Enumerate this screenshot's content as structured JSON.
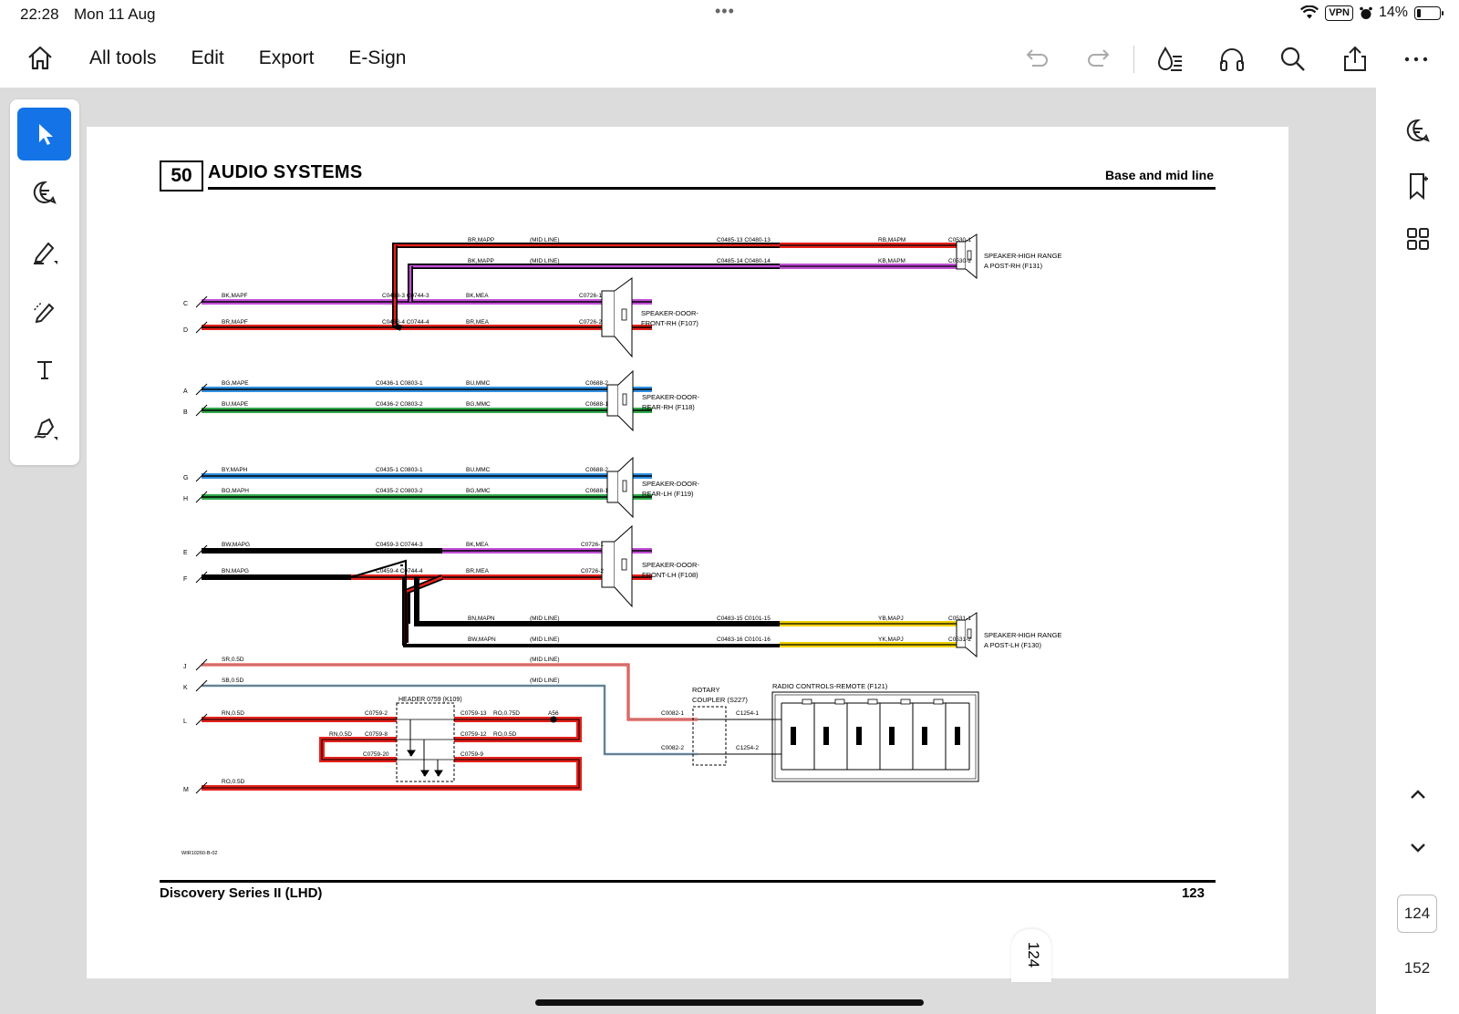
{
  "status": {
    "time": "22:28",
    "date": "Mon 11 Aug",
    "vpn": "VPN",
    "battery": "14%"
  },
  "toolbar": {
    "menu": [
      "All tools",
      "Edit",
      "Export",
      "E-Sign"
    ]
  },
  "page": {
    "section_number": "50",
    "section_title": "AUDIO SYSTEMS",
    "header_right": "Base and mid line",
    "footer_left": "Discovery Series II (LHD)",
    "footer_right": "123",
    "drawing_code": "WIR10260-B-02"
  },
  "nav": {
    "current_page": "124",
    "total_pages": "152",
    "page_tab": "124"
  },
  "colors": {
    "accent": "#1473e6",
    "red": "#e3211b",
    "black": "#000000",
    "magenta": "#c24fd6",
    "blue": "#2e8ee0",
    "green": "#2fa84a",
    "yellow": "#f0d000"
  },
  "diagram": {
    "terminals": [
      "C",
      "D",
      "A",
      "B",
      "G",
      "H",
      "E",
      "F",
      "J",
      "K",
      "L",
      "M"
    ],
    "labels": {
      "mid1": "BR,MAPP",
      "mid2": "BK,MAPP",
      "midline": "(MID LINE)",
      "c0485_13": "C0485-13 C0480-13",
      "c0485_14": "C0485-14 C0480-14",
      "rbmapm": "RB,MAPM",
      "kbmapm": "KB,MAPM",
      "c0530_1": "C0530-1",
      "c0530_2": "C0530-2",
      "spk_hr_rh_1": "SPEAKER-HIGH RANGE",
      "spk_hr_rh_2": "A POST-RH (F131)",
      "bkmapf": "BK,MAPF",
      "brmapf": "BR,MAPF",
      "c0463_3": "C0463-3 C0744-3",
      "c0463_4": "C0463-4 C0744-4",
      "bkmea": "BK,MEA",
      "brmea": "BR,MEA",
      "c0726_1": "C0726-1",
      "c0726_2": "C0726-2",
      "spk_frh_1": "SPEAKER-DOOR-",
      "spk_frh_2": "FRONT-RH (F107)",
      "bgmape": "BG,MAPE",
      "bumape": "BU,MAPE",
      "c0436_1": "C0436-1 C0803-1",
      "c0436_2": "C0436-2 C0803-2",
      "bummc": "BU,MMC",
      "bgmmc": "BG,MMC",
      "c0688_2": "C0688-2",
      "c0688_1": "C0688-1",
      "spk_rrh_1": "SPEAKER-DOOR-",
      "spk_rrh_2": "REAR-RH (F118)",
      "bymaph": "BY,MAPH",
      "bomaph": "BO,MAPH",
      "c0435_1": "C0435-1 C0803-1",
      "c0435_2": "C0435-2 C0803-2",
      "spk_rlh_1": "SPEAKER-DOOR-",
      "spk_rlh_2": "REAR-LH (F119)",
      "bwmapg": "BW,MAPG",
      "bnmapg": "BN,MAPG",
      "c0459_3": "C0459-3 C0744-3",
      "c0459_4": "C0459-4 C0744-4",
      "spk_flh_1": "SPEAKER-DOOR-",
      "spk_flh_2": "FRONT-LH (F108)",
      "bnmapn": "BN,MAPN",
      "bwmapn": "BW,MAPN",
      "c0483_15": "C0483-15 C0101-15",
      "c0483_16": "C0483-16 C0101-16",
      "ybmapj": "YB,MAPJ",
      "ykmapj": "YK,MAPJ",
      "c0531_1": "C0531-1",
      "c0531_2": "C0531-2",
      "spk_hr_lh_1": "SPEAKER-HIGH RANGE",
      "spk_hr_lh_2": "A POST-LH (F130)",
      "sr05d": "SR,0.5D",
      "sb05d": "SB,0.5D",
      "rn05d": "RN,0.5D",
      "rn05d_2": "RN,0.5D",
      "ro05d": "RO,0.5D",
      "ro075d": "RO,0.75D",
      "ro05d_2": "RO,0.5D",
      "c0759_2": "C0759-2",
      "c0759_8": "C0759-8",
      "c0759_20": "C0759-20",
      "c0759_13": "C0759-13",
      "c0759_12": "C0759-12",
      "c0759_9": "C0759-9",
      "a56": "A56",
      "header0759": "HEADER 0759 (K109)",
      "rotary_1": "ROTARY",
      "rotary_2": "COUPLER (S227)",
      "c0082_1": "C0082-1",
      "c0082_2": "C0082-2",
      "c1254_1": "C1254-1",
      "c1254_2": "C1254-2",
      "radio": "RADIO CONTROLS-REMOTE (F121)"
    }
  }
}
